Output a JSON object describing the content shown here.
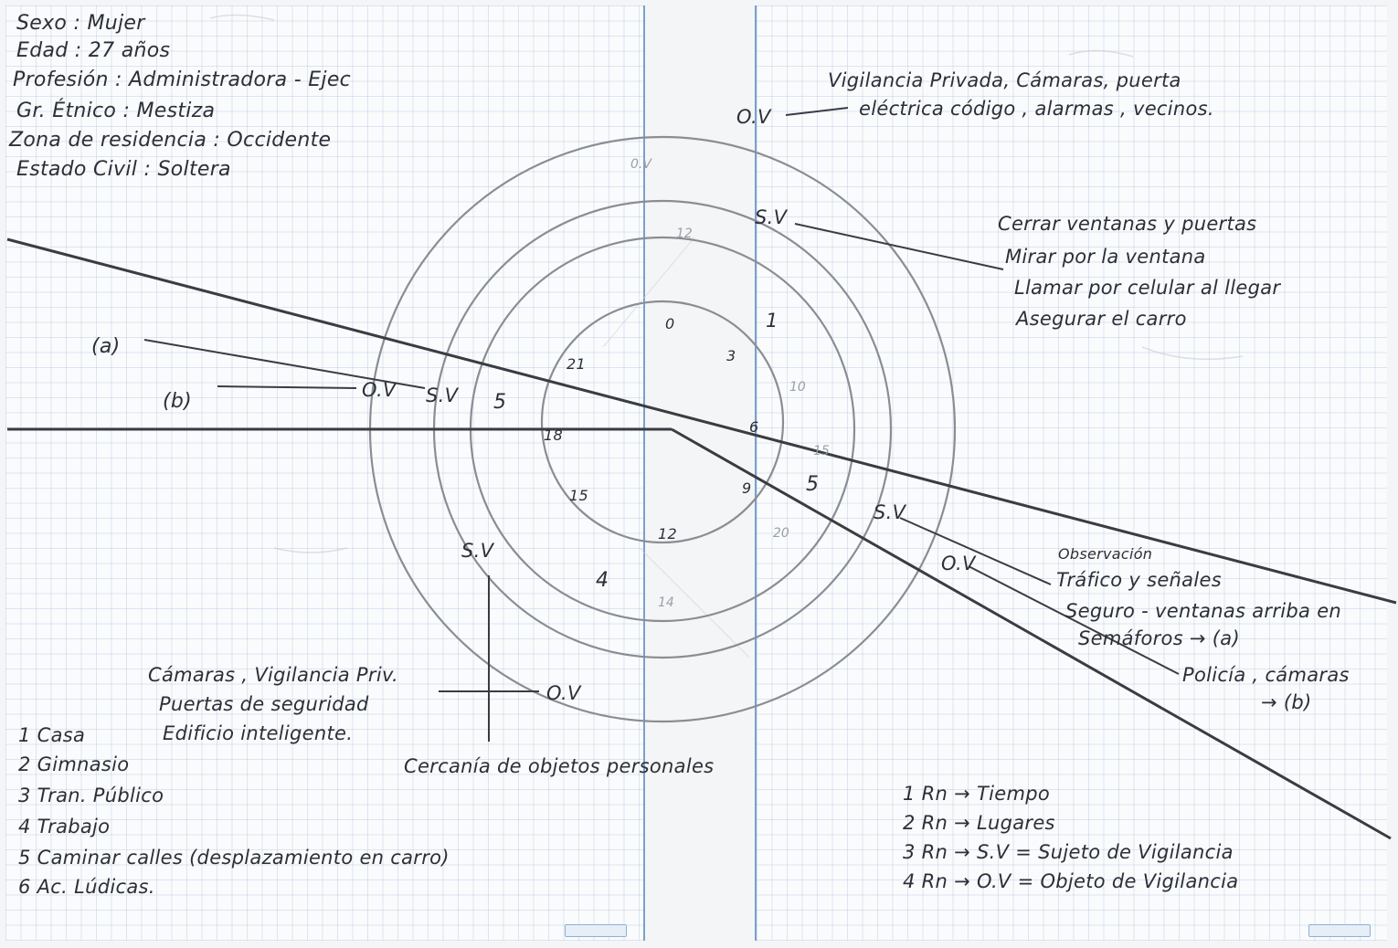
{
  "profile": {
    "sexo": "Sexo : Mujer",
    "edad": "Edad : 27 años",
    "profesion": "Profesión : Administradora - Ejec",
    "grupo_etnico": "Gr. Étnico : Mestiza",
    "zona": "Zona de residencia : Occidente",
    "estado_civil": "Estado Civil : Soltera"
  },
  "ring_numbers": {
    "r0": "0",
    "r1": "1",
    "r3": "3",
    "r6": "6",
    "r9": "9",
    "r12": "12",
    "r15": "15",
    "r18": "18",
    "r21": "21",
    "ring4": "4",
    "ring5a": "5",
    "ring5b": "5"
  },
  "markers": {
    "ov_top": "O.V",
    "sv_top": "S.V",
    "ov_left": "O.V",
    "sv_left": "S.V",
    "sv_right": "S.V",
    "ov_right": "O.V",
    "sv_bottom": "S.V",
    "ov_bottom": "O.V",
    "a_left": "(a)",
    "b_left": "(b)"
  },
  "notes": {
    "top_right_1": "Vigilancia Privada, Cámaras, puerta",
    "top_right_2": "eléctrica código , alarmas , vecinos.",
    "sv_top_1": "Cerrar ventanas y puertas",
    "sv_top_2": "Mirar por la ventana",
    "sv_top_3": "Llamar por celular al llegar",
    "sv_top_4": "Asegurar el carro",
    "right_mid_1": "Observación",
    "right_mid_2": "Tráfico y señales",
    "right_mid_3": "Seguro - ventanas arriba en",
    "right_mid_4": "Semáforos → (a)",
    "right_low_1": "Policía , cámaras",
    "right_low_2": "→ (b)",
    "bottom_1": "Cámaras , Vigilancia Priv.",
    "bottom_2": "Puertas de seguridad",
    "bottom_3": "Edificio inteligente.",
    "cercania": "Cercanía de objetos personales"
  },
  "places": [
    "1 Casa",
    "2 Gimnasio",
    "3 Tran. Público",
    "4 Trabajo",
    "5 Caminar calles (desplazamiento en carro)",
    "6 Ac. Lúdicas."
  ],
  "legend": [
    "1 Rn → Tiempo",
    "2 Rn → Lugares",
    "3 Rn → S.V = Sujeto de Vigilancia",
    "4 Rn → O.V = Objeto de Vigilancia"
  ]
}
